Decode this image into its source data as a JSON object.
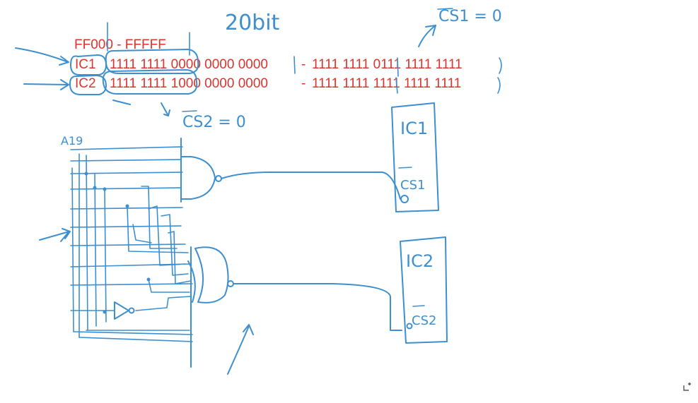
{
  "ranges": {
    "header": "FF000 - FFFFF",
    "ic1_label": "IC1",
    "ic1_start": "1111 1111 0000 0000 0000",
    "ic1_sep": "-",
    "ic1_end": "1111 1111 0111 1111 1111",
    "ic2_label": "IC2",
    "ic2_start": "1111 1111 1000 0000 0000",
    "ic2_sep": "-",
    "ic2_end": "1111 1111 1111 1111 1111"
  },
  "annotations": {
    "bits": "20bit",
    "cs1_note": "CS1 = 0",
    "cs2_note": "CS2 = 0",
    "address_line": "A19"
  },
  "chips": {
    "ic1_name": "IC1",
    "ic1_pin": "CS1",
    "ic2_name": "IC2",
    "ic2_pin": "CS2"
  },
  "toolbar": {
    "expand_icon": "expand-icon"
  },
  "colors": {
    "ink": "#3d8fd0",
    "red": "#d9352e"
  }
}
